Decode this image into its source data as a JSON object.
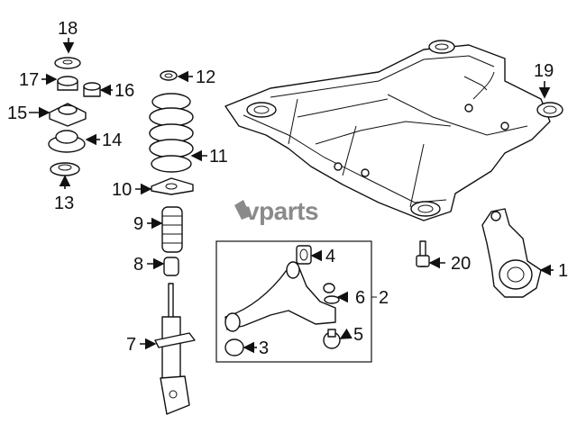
{
  "watermark": "vparts",
  "callouts": [
    {
      "id": "c1",
      "text": "1"
    },
    {
      "id": "c2",
      "text": "2"
    },
    {
      "id": "c3",
      "text": "3"
    },
    {
      "id": "c4",
      "text": "4"
    },
    {
      "id": "c5",
      "text": "5"
    },
    {
      "id": "c6",
      "text": "6"
    },
    {
      "id": "c7",
      "text": "7"
    },
    {
      "id": "c8",
      "text": "8"
    },
    {
      "id": "c9",
      "text": "9"
    },
    {
      "id": "c10",
      "text": "10"
    },
    {
      "id": "c11",
      "text": "11"
    },
    {
      "id": "c12",
      "text": "12"
    },
    {
      "id": "c13",
      "text": "13"
    },
    {
      "id": "c14",
      "text": "14"
    },
    {
      "id": "c15",
      "text": "15"
    },
    {
      "id": "c16",
      "text": "16"
    },
    {
      "id": "c17",
      "text": "17"
    },
    {
      "id": "c18",
      "text": "18"
    },
    {
      "id": "c19",
      "text": "19"
    },
    {
      "id": "c20",
      "text": "20"
    }
  ],
  "colors": {
    "line": "#111111",
    "watermark": "#8a8a8a",
    "background": "#ffffff"
  }
}
